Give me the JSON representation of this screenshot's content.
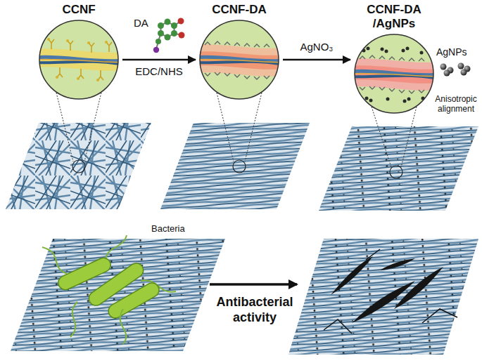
{
  "diagram": {
    "nodes": [
      {
        "text": [
          "CCNF"
        ]
      },
      {
        "text": [
          "CCNF-DA"
        ]
      },
      {
        "text": [
          "CCNF-DA /AgNPs"
        ]
      }
    ],
    "edges": [
      {
        "from": 0,
        "to": 1,
        "label": "EDC/NHS",
        "arrow": "to"
      },
      {
        "from": 1,
        "to": 2,
        "label": "AgNO₃",
        "arrow": "to"
      }
    ],
    "labels": [
      "DA",
      "AgNPs",
      "Anisotropic alignment",
      "Bacteria",
      "Antibacterial activity"
    ]
  }
}
